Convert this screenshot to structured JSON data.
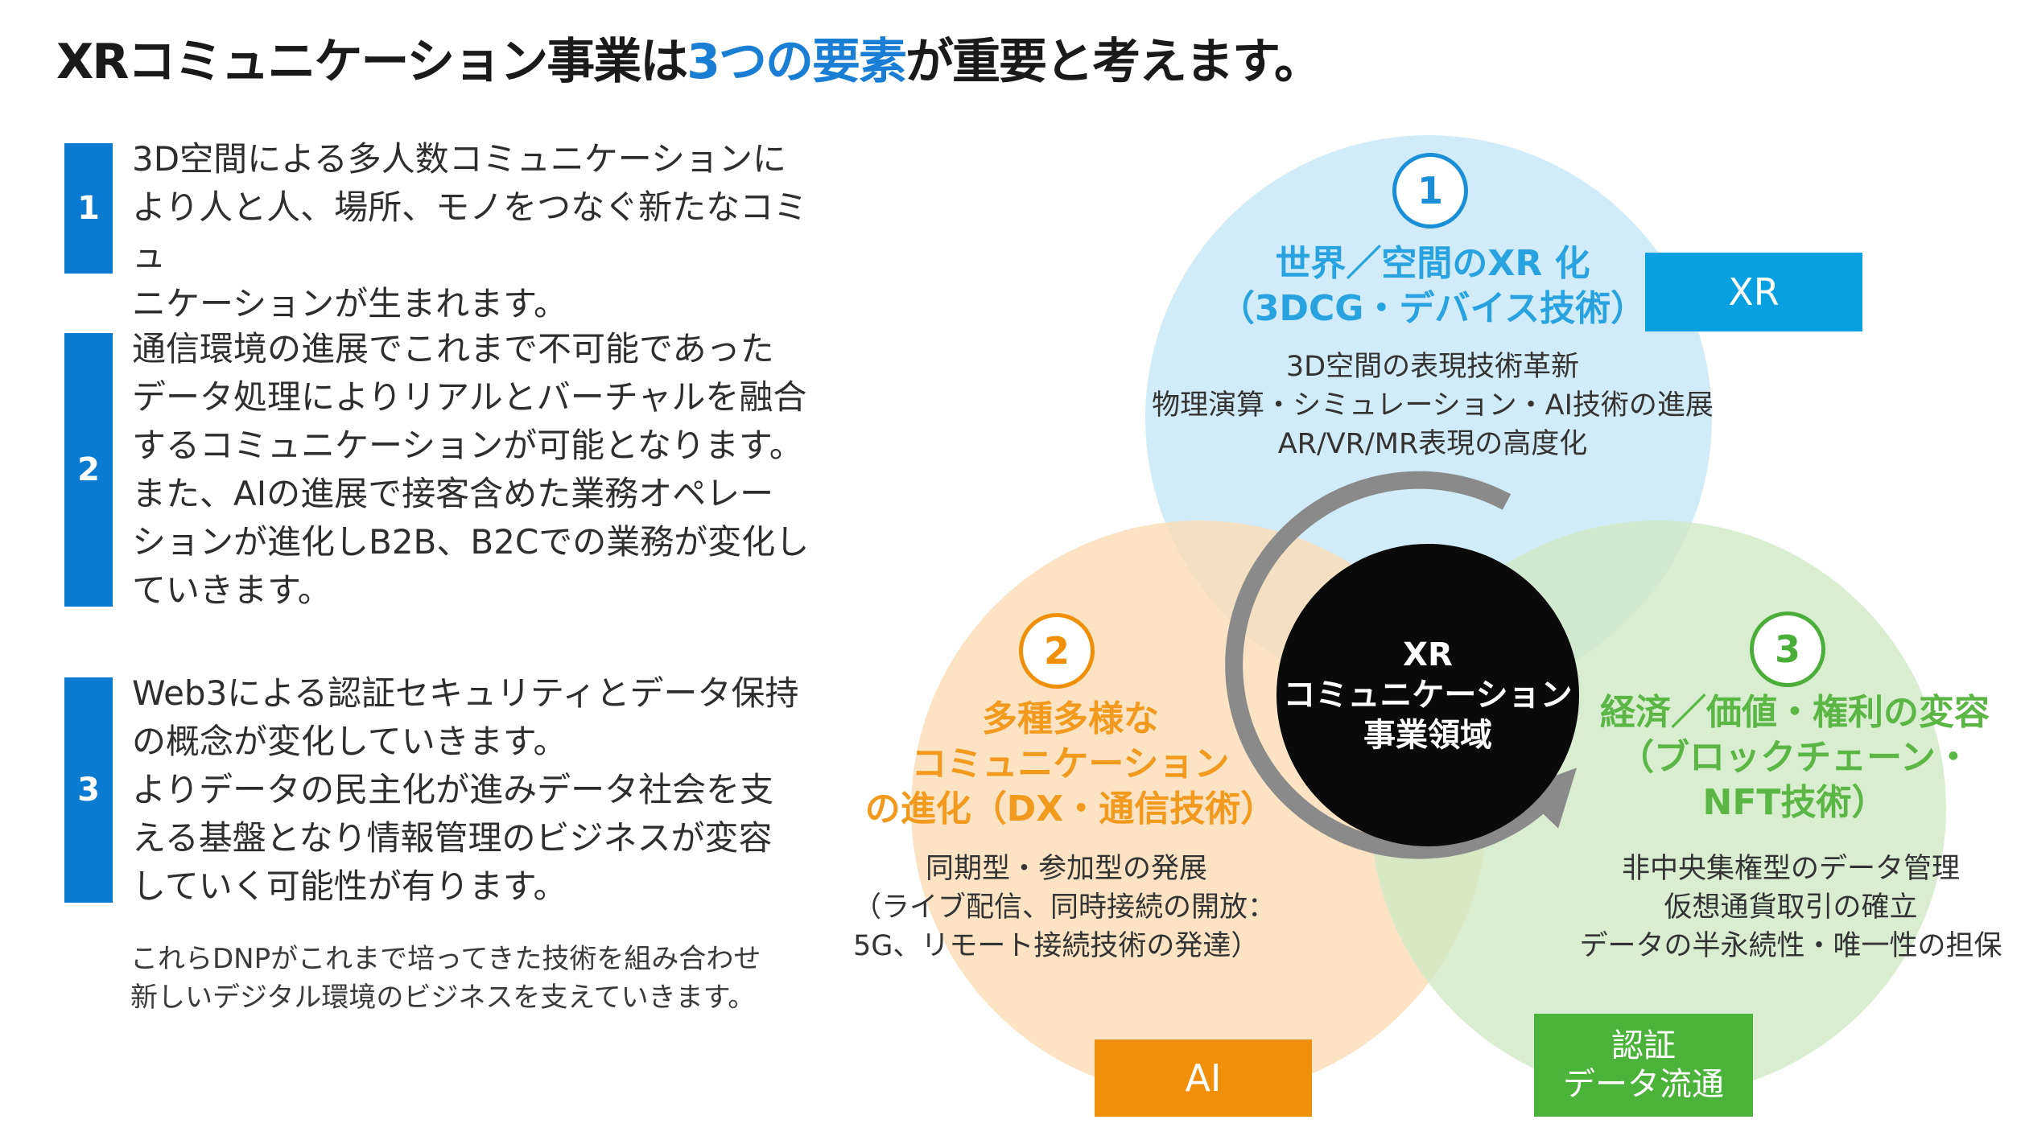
{
  "title": {
    "part1": "XRコミュニケーション事業は",
    "accent": "3つの要素",
    "part2": "が重要と考えます。"
  },
  "items": [
    {
      "number": "1",
      "lines": [
        "3D空間による多人数コミュニケーションに",
        "より人と人、場所、モノをつなぐ新たなコミュ",
        "ニケーションが生まれます。"
      ]
    },
    {
      "number": "2",
      "lines": [
        "通信環境の進展でこれまで不可能であった",
        "データ処理によりリアルとバーチャルを融合",
        "するコミュニケーションが可能となります。",
        "また、AIの進展で接客含めた業務オペレー",
        "ションが進化しB2B、B2Cでの業務が変化し",
        "ていきます。"
      ]
    },
    {
      "number": "3",
      "lines": [
        "Web3による認証セキュリティとデータ保持",
        "の概念が変化していきます。",
        "よりデータの民主化が進みデータ社会を支",
        "える基盤となり情報管理のビジネスが変容",
        "していく可能性が有ります。"
      ]
    }
  ],
  "footnote": {
    "lines": [
      "これらDNPがこれまで培ってきた技術を組み合わせ",
      "新しいデジタル環境のビジネスを支えていきます。"
    ]
  },
  "diagram": {
    "colors": {
      "xr_circle": "#c9e9f7",
      "ai_circle": "#fbdcb4",
      "auth_circle": "#cfe8c4",
      "xr_accent": "#28a3e0",
      "ai_accent": "#f0900a",
      "auth_accent": "#4cae3a",
      "center": "#0a0a0a",
      "arrow": "#8a8a8a"
    },
    "center": {
      "lines": [
        "XR",
        "コミュニケーション",
        "事業領域"
      ]
    },
    "circle1": {
      "number": "1",
      "heading": [
        "世界／空間のXR 化",
        "（3DCG・デバイス技術）"
      ],
      "desc": [
        "3D空間の表現技術革新",
        "物理演算・シミュレーション・AI技術の進展",
        "AR/VR/MR表現の高度化"
      ]
    },
    "circle2": {
      "number": "2",
      "heading": [
        "多種多様な",
        "コミュニケーション",
        "の進化（DX・通信技術）"
      ],
      "desc": [
        "同期型・参加型の発展",
        "（ライブ配信、同時接続の開放：",
        "5G、リモート接続技術の発達）"
      ]
    },
    "circle3": {
      "number": "3",
      "heading": [
        "経済／価値・権利の変容",
        "（ブロックチェーン・",
        "NFT技術）"
      ],
      "desc": [
        "非中央集権型のデータ管理",
        "仮想通貨取引の確立",
        "データの半永続性・唯一性の担保"
      ]
    },
    "tags": {
      "xr": "XR",
      "ai": "AI",
      "auth": [
        "認証",
        "データ流通"
      ]
    }
  }
}
